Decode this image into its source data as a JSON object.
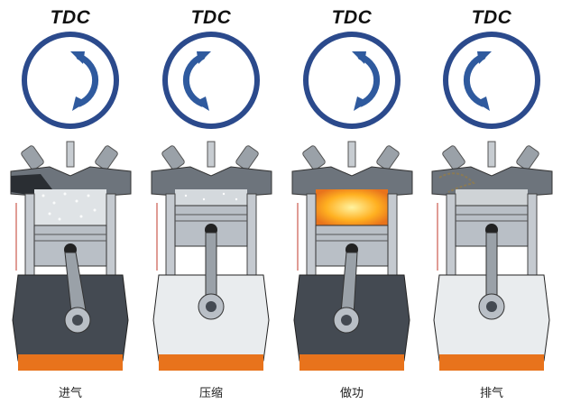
{
  "strokes": [
    {
      "tdc": "TDC",
      "label": "进气",
      "rotation": "clockwise",
      "piston": "down",
      "chamber": "intake-mix"
    },
    {
      "tdc": "TDC",
      "label": "压缩",
      "rotation": "counterclockwise",
      "piston": "up",
      "chamber": "compressed"
    },
    {
      "tdc": "TDC",
      "label": "做功",
      "rotation": "clockwise",
      "piston": "down",
      "chamber": "combustion"
    },
    {
      "tdc": "TDC",
      "label": "排气",
      "rotation": "counterclockwise",
      "piston": "up",
      "chamber": "exhaust"
    }
  ],
  "colors": {
    "dial_ring": "#2b4a8c",
    "dial_arrow": "#2f5a9e",
    "oil": "#e8731c",
    "combustion": "#ffb020",
    "metal": "#b9bfc6",
    "crankcase": "#444a52"
  }
}
